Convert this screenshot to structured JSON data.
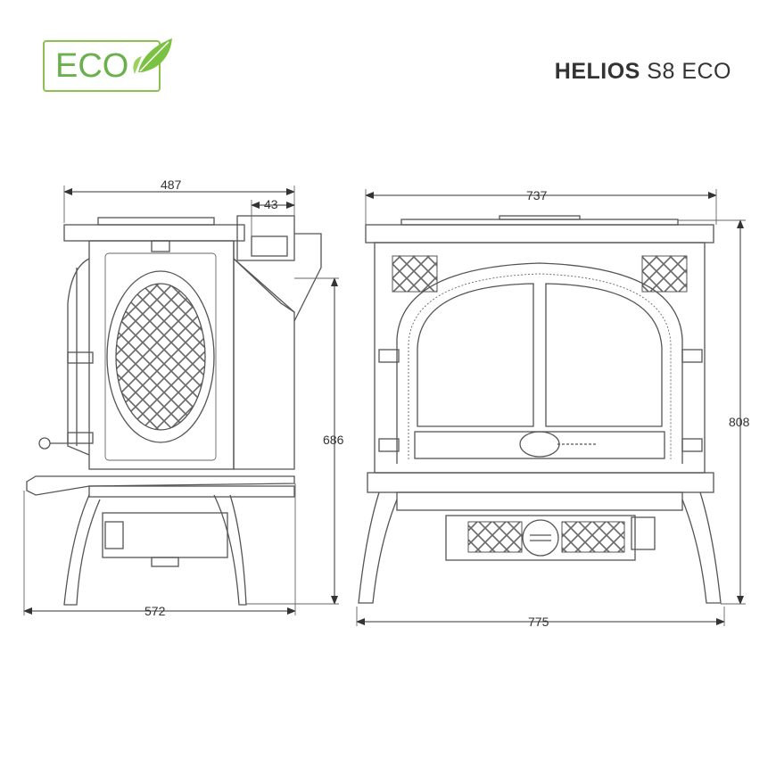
{
  "logo": {
    "text": "ECO",
    "color": "#6ab04c",
    "icon": "leaf-icon"
  },
  "title": {
    "model_bold": "HELIOS",
    "model_rest": "S8 ECO"
  },
  "side_view": {
    "top_depth": "487",
    "flue_offset": "43",
    "height": "686",
    "bottom_depth": "572"
  },
  "front_view": {
    "top_width": "737",
    "height": "808",
    "bottom_width": "775"
  }
}
